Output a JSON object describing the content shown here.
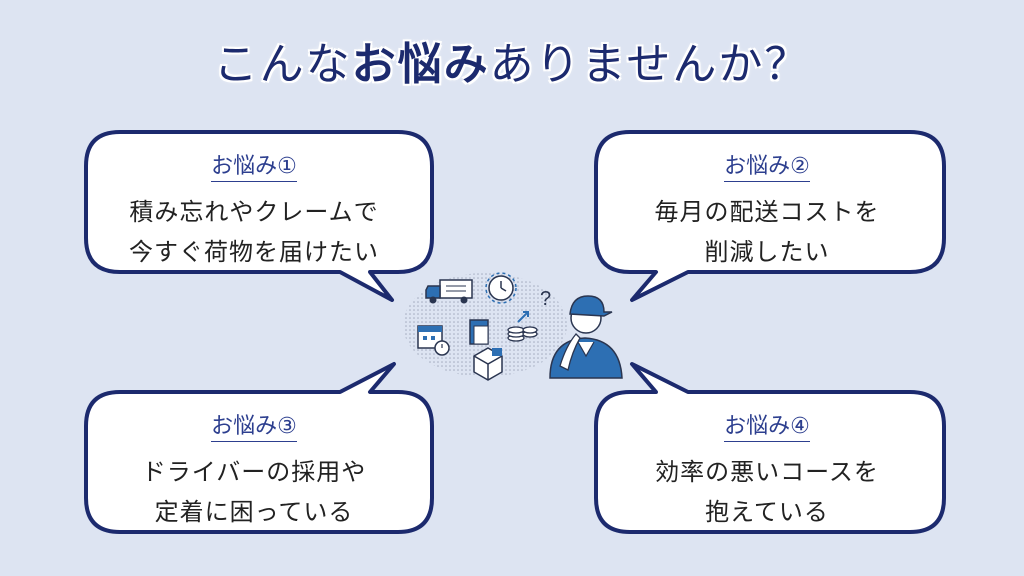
{
  "title": {
    "prefix": "こんな",
    "emphasis": "お悩み",
    "suffix": "ありませんか？"
  },
  "bubbles": [
    {
      "label": "お悩み①",
      "lines": [
        "積み忘れやクレームで",
        "今すぐ荷物を届けたい"
      ]
    },
    {
      "label": "お悩み②",
      "lines": [
        "毎月の配送コストを",
        "削減したい"
      ]
    },
    {
      "label": "お悩み③",
      "lines": [
        "ドライバーの採用や",
        "定着に困っている"
      ]
    },
    {
      "label": "お悩み④",
      "lines": [
        "効率の悪いコースを",
        "抱えている"
      ]
    }
  ],
  "illustration": {
    "icons": [
      "truck-icon",
      "clock-icon",
      "calendar-icon",
      "document-icon",
      "box-icon",
      "coins-icon",
      "question-mark-icon",
      "worried-person-icon"
    ],
    "question_mark": "?"
  },
  "colors": {
    "background": "#dde4f2",
    "outline": "#1c2a6e",
    "accent": "#2d6fb3"
  }
}
